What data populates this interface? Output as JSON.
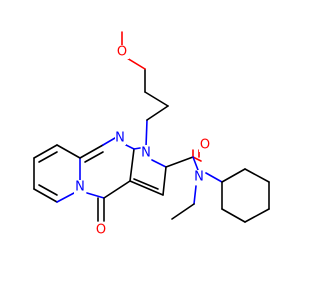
{
  "colors": {
    "carbon": "#000000",
    "nitrogen": "#0000ff",
    "oxygen": "#ff0000",
    "background": "#ffffff"
  },
  "atoms": {
    "n_bridge": "N",
    "n_ring_left": "N",
    "n_ring_right": "N",
    "n_amide": "N",
    "o_ether": "O",
    "o_amide": "O",
    "o_ketone": "O"
  }
}
